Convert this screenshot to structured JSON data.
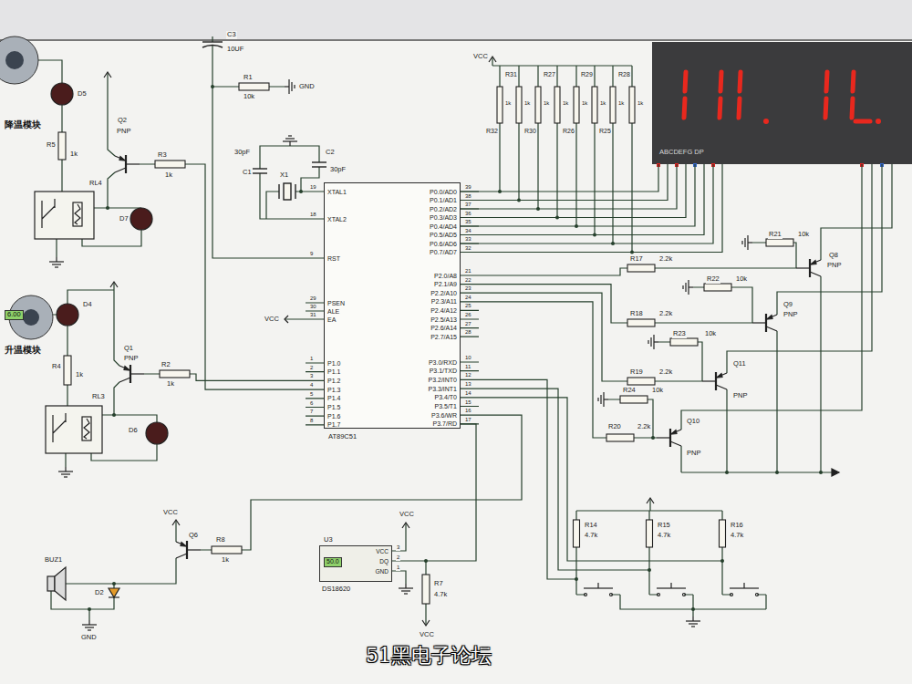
{
  "diagram": {
    "nodes": [
      {
        "text": [
          "ABCDEFG DP"
        ]
      },
      {
        "text": [
          "XTAL1",
          "XTAL2",
          "RST",
          "PSEN",
          "ALE",
          "EA",
          "P1.0",
          "P1.1",
          "P1.2",
          "P1.3",
          "P1.4",
          "P1.5",
          "P1.6",
          "P1.7",
          "P0.0/AD0",
          "P0.1/AD1",
          "P0.2/AD2",
          "P0.3/AD3",
          "P0.4/AD4",
          "P0.5/AD5",
          "P0.6/AD6",
          "P0.7/AD7",
          "P2.0/A8",
          "P2.1/A9",
          "P2.2/A10",
          "P2.3/A11",
          "P2.4/A12",
          "P2.5/A13",
          "P2.6/A14",
          "P2.7/A15",
          "P3.0/RXD",
          "P3.1/TXD",
          "P3.2/INT0",
          "P3.3/INT1",
          "P3.4/T0",
          "P3.5/T1",
          "P3.6/WR",
          "P3.7/RD",
          "AT89C51"
        ]
      },
      {
        "text": [
          "U3",
          "50.0",
          "VCC",
          "DQ",
          "GND",
          "DS18620"
        ]
      }
    ],
    "edges": [
      {
        "from": 1,
        "to": 0,
        "arrow": "none"
      },
      {
        "from": 1,
        "to": 0,
        "arrow": "none"
      },
      {
        "from": 1,
        "to": 0,
        "arrow": "none"
      },
      {
        "from": 1,
        "to": 0,
        "arrow": "none"
      },
      {
        "from": 1,
        "to": 0,
        "arrow": "none"
      },
      {
        "from": 1,
        "to": 0,
        "arrow": "none"
      },
      {
        "from": 1,
        "to": 0,
        "arrow": "none"
      },
      {
        "from": 1,
        "to": 0,
        "arrow": "none"
      },
      {
        "from": 2,
        "to": 1,
        "arrow": "none"
      }
    ],
    "labels": [
      "D5",
      "降温模块",
      "R5",
      "1k",
      "Q2",
      "PNP",
      "RL4",
      "R3",
      "1k",
      "D7",
      "6.00",
      "D4",
      "升温模块",
      "R4",
      "1k",
      "Q1",
      "PNP",
      "R2",
      "1k",
      "RL3",
      "D6",
      "C3",
      "10UF",
      "R1",
      "10k",
      "GND",
      "30pF",
      "C1",
      "X1",
      "C2",
      "30pF",
      "VCC",
      "VCC",
      "R32",
      "R31",
      "R30",
      "R27",
      "R26",
      "R29",
      "R25",
      "R28",
      "1k",
      "1k",
      "1k",
      "1k",
      "1k",
      "1k",
      "1k",
      "1k",
      "R21",
      "10k",
      "Q8",
      "PNP",
      "R17",
      "2.2k",
      "R22",
      "10k",
      "R18",
      "2.2k",
      "Q9",
      "PNP",
      "R23",
      "10k",
      "R19",
      "2.2k",
      "Q11",
      "PNP",
      "R24",
      "10k",
      "R20",
      "2.2k",
      "Q10",
      "PNP",
      "R14",
      "4.7k",
      "R15",
      "4.7k",
      "R16",
      "4.7k",
      "BUZ1",
      "D2",
      "GND",
      "VCC",
      "Q6",
      "R8",
      "1k",
      "VCC",
      "R7",
      "4.7k",
      "VCC",
      "51黑电子论坛",
      "19",
      "18",
      "9",
      "29",
      "30",
      "31",
      "1",
      "2",
      "3",
      "4",
      "5",
      "6",
      "7",
      "8",
      "39",
      "38",
      "37",
      "36",
      "35",
      "34",
      "33",
      "32",
      "21",
      "22",
      "23",
      "24",
      "25",
      "26",
      "27",
      "28",
      "10",
      "11",
      "12",
      "13",
      "14",
      "15",
      "16",
      "17",
      "3",
      "2",
      "1"
    ]
  }
}
